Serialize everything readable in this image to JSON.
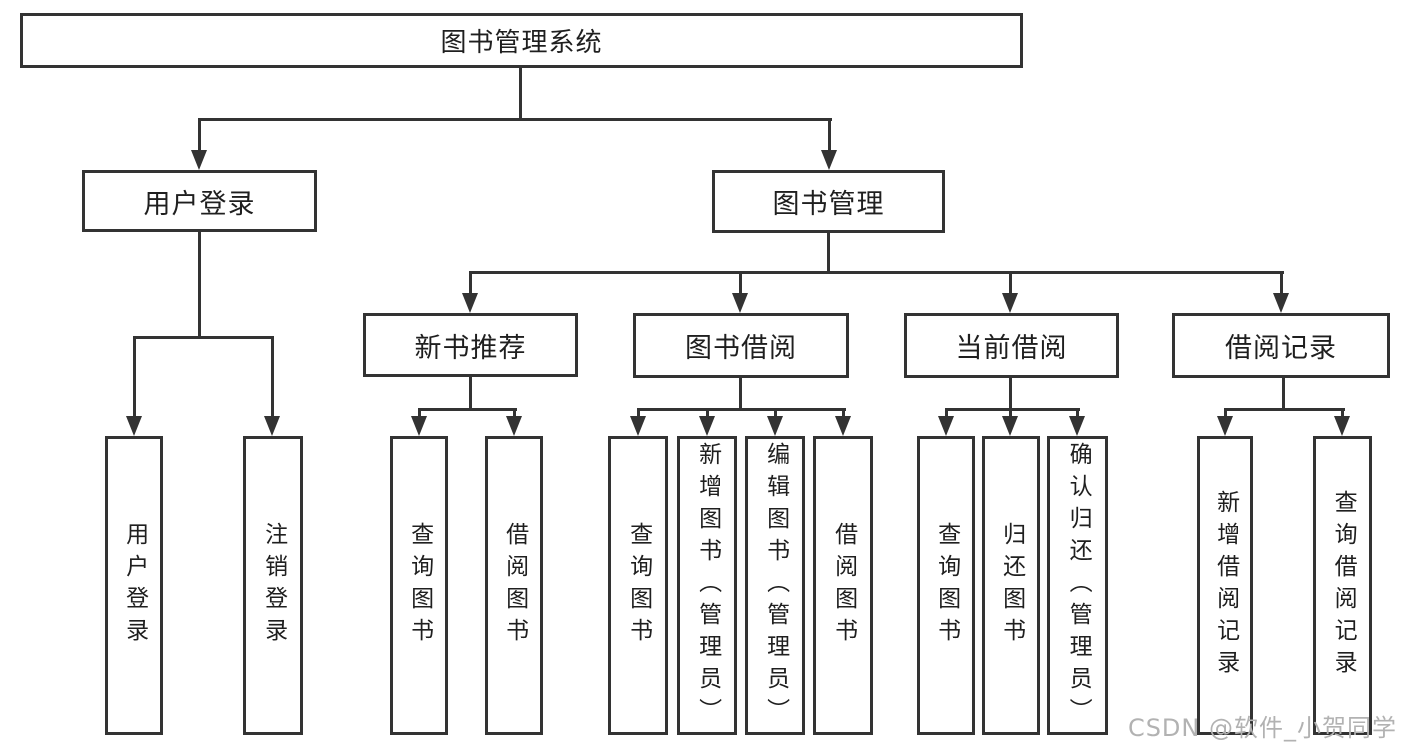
{
  "tree": {
    "label": "图书管理系统",
    "children": [
      {
        "label": "用户登录",
        "children": [
          {
            "label": "用户登录"
          },
          {
            "label": "注销登录"
          }
        ]
      },
      {
        "label": "图书管理",
        "children": [
          {
            "label": "新书推荐",
            "children": [
              {
                "label": "查询图书"
              },
              {
                "label": "借阅图书"
              }
            ]
          },
          {
            "label": "图书借阅",
            "children": [
              {
                "label": "查询图书"
              },
              {
                "label": "新增图书（管理员）"
              },
              {
                "label": "编辑图书（管理员）"
              },
              {
                "label": "借阅图书"
              }
            ]
          },
          {
            "label": "当前借阅",
            "children": [
              {
                "label": "查询图书"
              },
              {
                "label": "归还图书"
              },
              {
                "label": "确认归还（管理员）"
              }
            ]
          },
          {
            "label": "借阅记录",
            "children": [
              {
                "label": "新增借阅记录"
              },
              {
                "label": "查询借阅记录"
              }
            ]
          }
        ]
      }
    ]
  },
  "watermark": "CSDN @软件_小贺同学",
  "colors": {
    "line": "#333333",
    "text": "#1f1f1f",
    "watermark": "#b2b2b2",
    "background": "#ffffff"
  }
}
